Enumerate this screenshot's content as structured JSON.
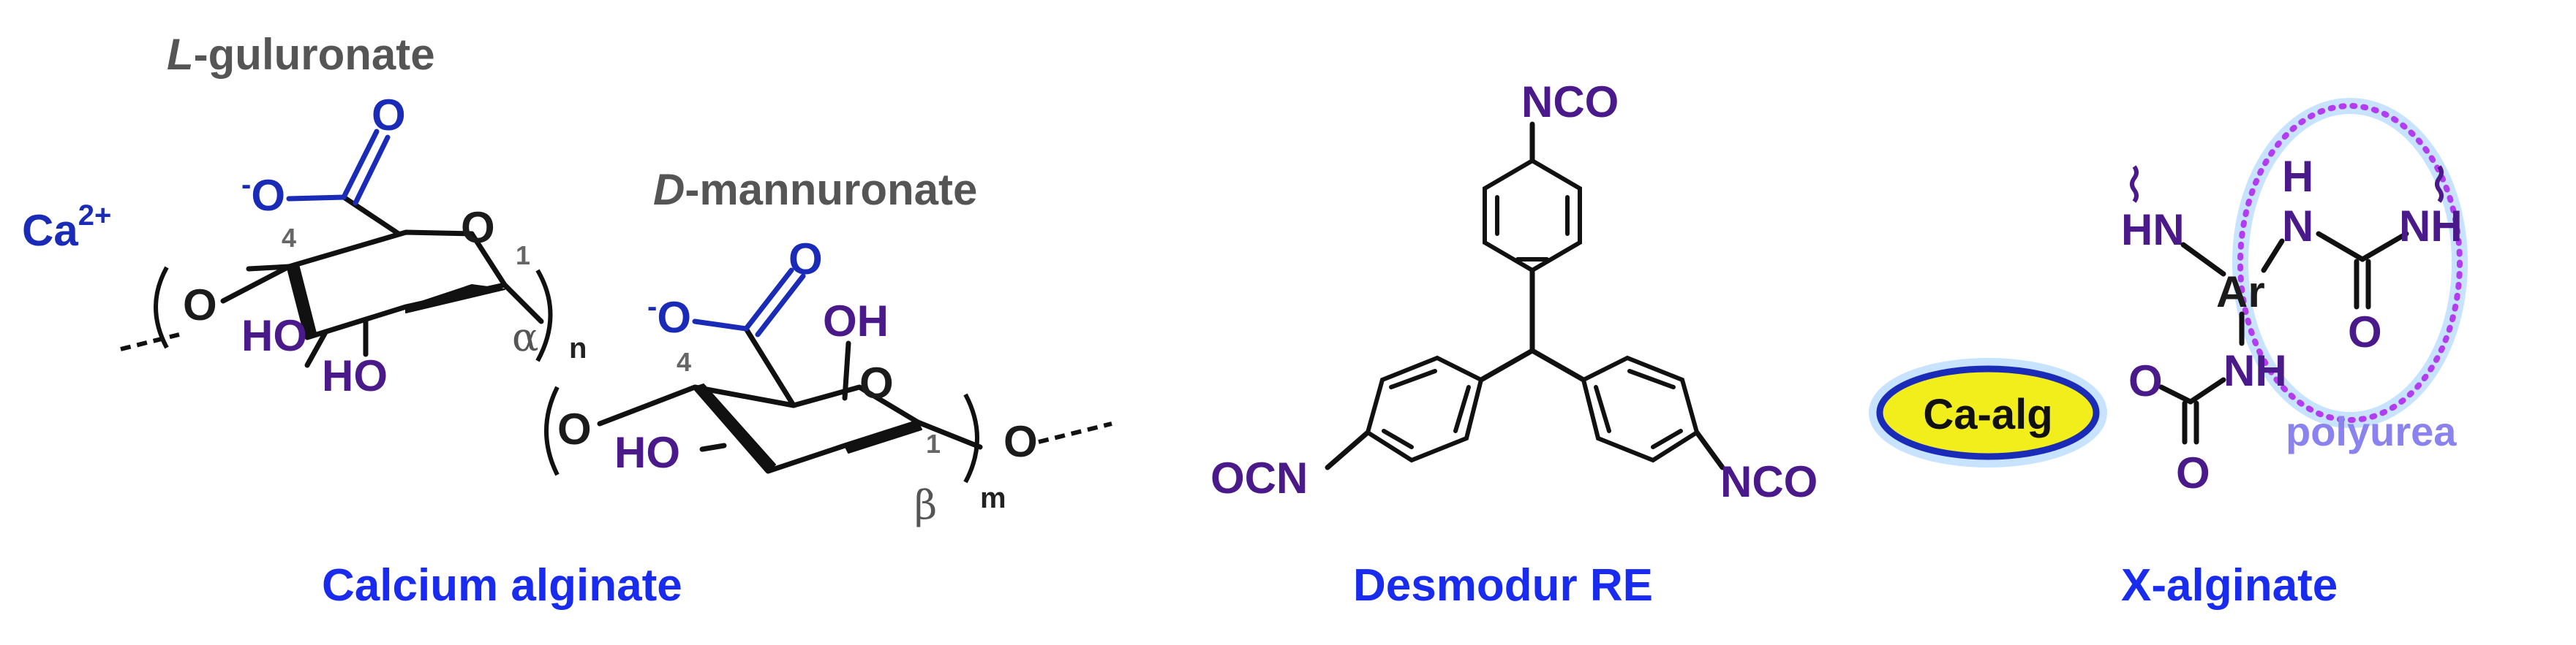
{
  "alginate": {
    "cation": "Ca",
    "cation_charge": "2+",
    "guluronate_label_prefix": "L",
    "guluronate_label_rest": "-guluronate",
    "mannuronate_label_prefix": "D",
    "mannuronate_label_rest": "-mannuronate",
    "carboxylate_charge": "-",
    "oxygen": "O",
    "hydroxyl": "HO",
    "hydroxyl_right": "OH",
    "carbon_4": "4",
    "carbon_1": "1",
    "alpha": "α",
    "beta": "β",
    "repeat_n": "n",
    "repeat_m": "m",
    "caption": "Calcium alginate"
  },
  "desmodur": {
    "group_top": "NCO",
    "group_left": "OCN",
    "group_right": "NCO",
    "caption": "Desmodur RE"
  },
  "xalginate": {
    "amine": "HN",
    "aryl": "Ar",
    "h_top": "H",
    "n_mid": "N",
    "amine_right": "NH",
    "carbonyl_o": "O",
    "ester_o": "O",
    "nh_lower": "NH",
    "ca_alg": "Ca-alg",
    "polymer_label": "polyurea",
    "caption": "X-alginate"
  },
  "colors": {
    "caption": "#1a2bf0",
    "atoms": "#4b1a8a",
    "highlight_fill": "#f2ee1c",
    "highlight_border": "#1a2bb8",
    "polyurea_ring": "#b43cf0"
  }
}
